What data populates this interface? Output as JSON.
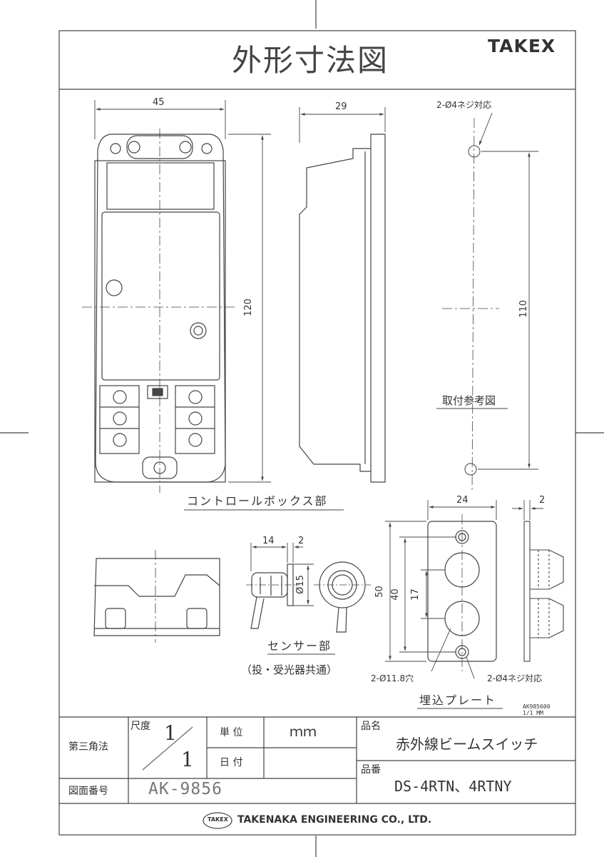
{
  "header": {
    "title": "外形寸法図",
    "brand": "TAKEX"
  },
  "dimensions": {
    "control_width": "45",
    "control_height": "120",
    "side_depth": "29",
    "mount_hole_note": "2-Ø4ネジ対応",
    "mount_pitch": "110",
    "plate_width": "24",
    "plate_thickness": "2",
    "plate_height": "50",
    "plate_inner": "40",
    "plate_hole_pitch": "17",
    "sensor_length": "14",
    "sensor_flange": "2",
    "sensor_diameter": "Ø15",
    "plate_hole_note": "2-Ø11.8穴",
    "plate_screw_note": "2-Ø4ネジ対応"
  },
  "labels": {
    "mount_reference": "取付参考図",
    "control_box": "コントロールボックス部",
    "sensor": "センサー部",
    "sensor_sub": "（投・受光器共通）",
    "plate": "埋込プレート",
    "stamp_line1": "AK985600",
    "stamp_line2": "1/1 MM"
  },
  "title_block": {
    "projection": "第三角法",
    "scale_label": "尺度",
    "scale_num": "1",
    "scale_den": "1",
    "unit_label": "単 位",
    "unit_value": "ｍｍ",
    "date_label": "日 付",
    "date_value": "",
    "drawing_no_label": "図面番号",
    "drawing_no": "AK-9856",
    "product_name_label": "品名",
    "product_name": "赤外線ビームスイッチ",
    "product_no_label": "品番",
    "product_no": "DS-4RTN、4RTNY",
    "company": "TAKENAKA ENGINEERING CO., LTD.",
    "company_logo": "TAKEX"
  },
  "colors": {
    "line": "#444444",
    "text": "#333333"
  }
}
